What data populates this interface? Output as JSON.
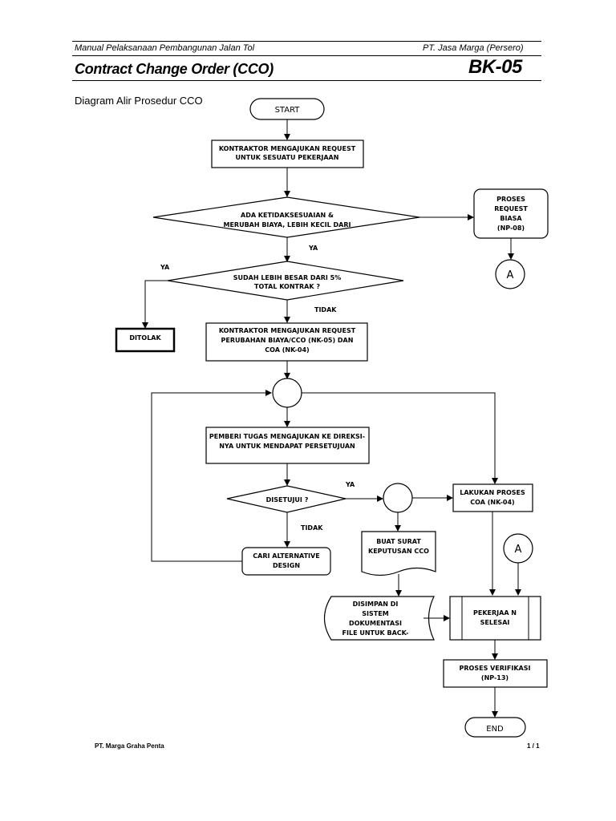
{
  "header": {
    "manual": "Manual Pelaksanaan Pembangunan Jalan Tol",
    "company": "PT. Jasa Marga (Persero)",
    "title": "Contract Change Order (CCO)",
    "code": "BK-05"
  },
  "subtitle": "Diagram Alir Prosedur CCO",
  "flow": {
    "start": "START",
    "step1": [
      "KONTRAKTOR MENGAJUKAN REQUEST",
      "UNTUK SESUATU PEKERJAAN"
    ],
    "decision1": [
      "ADA KETIDAKSESUAIAN &",
      "MERUBAH BIAYA, LEBIH KECIL DARI"
    ],
    "proses_request": [
      "PROSES",
      "REQUEST",
      "BIASA",
      "(NP-08)"
    ],
    "connector": "A",
    "ya": "YA",
    "tidak": "TIDAK",
    "decision2": [
      "SUDAH LEBIH BESAR DARI 5%",
      "TOTAL KONTRAK ?"
    ],
    "ditolak": "DITOLAK",
    "step2": [
      "KONTRAKTOR MENGAJUKAN REQUEST",
      "PERUBAHAN BIAYA/CCO (NK-05) DAN",
      "COA (NK-04)"
    ],
    "step3": [
      "PEMBERI TUGAS MENGAJUKAN KE DIREKSI-",
      "NYA UNTUK MENDAPAT PERSETUJUAN"
    ],
    "decision3": "DISETUJUI ?",
    "coa": [
      "LAKUKAN PROSES",
      "COA (NK-04)"
    ],
    "alternative": [
      "CARI ALTERNATIVE",
      "DESIGN"
    ],
    "surat": [
      "BUAT SURAT",
      "KEPUTUSAN CCO"
    ],
    "disimpan": [
      "DISIMPAN DI",
      "SISTEM",
      "DOKUMENTASI",
      "FILE UNTUK BACK-"
    ],
    "pekerjaan": [
      "PEKERJAA N",
      "SELESAI"
    ],
    "verifikasi": [
      "PROSES VERIFIKASI",
      "(NP-13)"
    ],
    "end": "END"
  },
  "footer": {
    "company": "PT. Marga Graha Penta",
    "page": "1 / 1"
  }
}
